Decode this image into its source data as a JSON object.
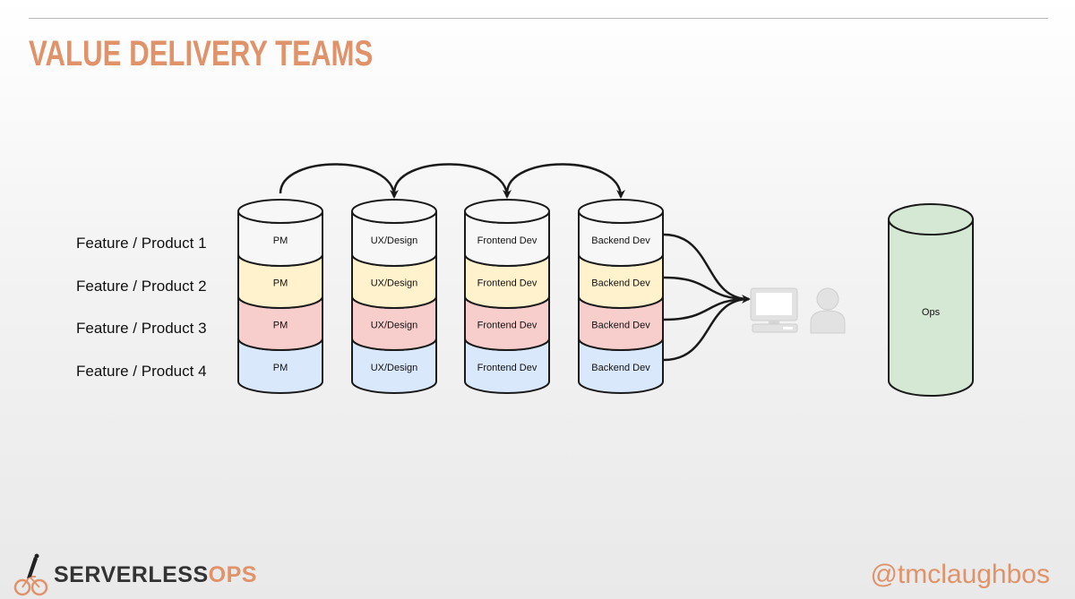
{
  "slide": {
    "title": "VALUE DELIVERY TEAMS"
  },
  "rows": [
    {
      "label": "Feature / Product 1",
      "fill": "#f7f7f7"
    },
    {
      "label": "Feature / Product 2",
      "fill": "#fff2cc"
    },
    {
      "label": "Feature / Product 3",
      "fill": "#f8cecc"
    },
    {
      "label": "Feature / Product 4",
      "fill": "#dae8fc"
    }
  ],
  "teams": [
    "PM",
    "UX/Design",
    "Frontend Dev",
    "Backend Dev"
  ],
  "ops": {
    "label": "Ops",
    "fill": "#d5e8d4"
  },
  "icons": {
    "computer": "computer-icon",
    "user": "user-icon"
  },
  "footer": {
    "logo_main": "SERVERLESS",
    "logo_accent": "OPS",
    "handle": "@tmclaughbos"
  },
  "colors": {
    "accent": "#e0936a",
    "stroke": "#1a1a1a"
  }
}
